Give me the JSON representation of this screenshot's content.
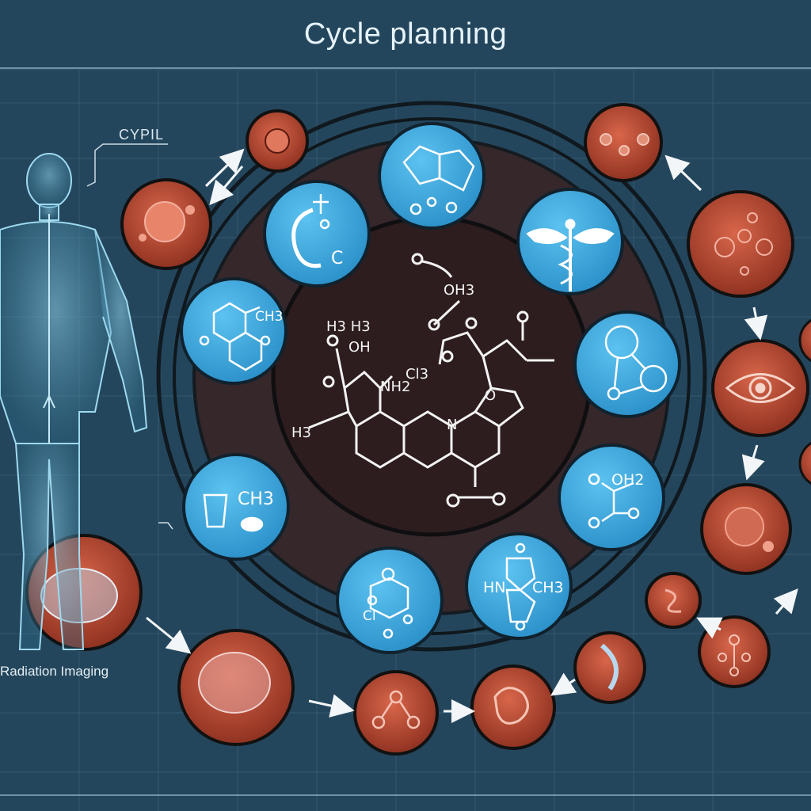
{
  "title": "Cycle planning",
  "labels": {
    "cypil": "CYPIL",
    "imaging": "Radiation Imaging"
  },
  "molecule_labels": {
    "center": [
      "OH3",
      "H3 H3",
      "OH",
      "Cl3",
      "NH2",
      "N",
      "O",
      "H3"
    ],
    "blue_nodes": [
      "C",
      "CH3",
      "CH3",
      "OH2",
      "HN",
      "CH3",
      "Cl"
    ]
  },
  "colors": {
    "background": "#24465c",
    "blue_node": "#3ba7de",
    "red_node": "#b4492f",
    "center_disc": "#3a2827",
    "text_light": "#e6f3fa"
  },
  "icons": {
    "human": "human-body-anatomy-icon",
    "caduceus": "caduceus-icon",
    "eye": "eye-icon"
  }
}
